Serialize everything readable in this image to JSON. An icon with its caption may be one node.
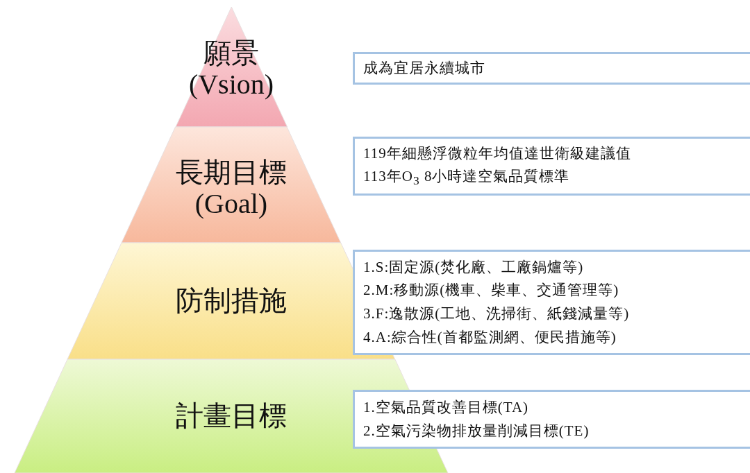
{
  "diagram": {
    "nodes": [
      {
        "text": [
          "願景",
          "(Vsion)"
        ]
      },
      {
        "text": [
          "長期目標",
          "(Goal)"
        ]
      },
      {
        "text": [
          "防制措施"
        ]
      },
      {
        "text": [
          "計畫目標"
        ]
      },
      {
        "text": [
          "成為宜居永續城市"
        ]
      },
      {
        "text": [
          "119年細懸浮微粒年均值達世衛級建議值",
          "113年O$_{3}$ 8小時達空氣品質標準"
        ]
      },
      {
        "text": [
          "1.S:固定源(焚化廠、工廠鍋爐等)",
          "2.M:移動源(機車、柴車、交通管理等)",
          "3.F:逸散源(工地、洗掃街、紙錢減量等)",
          "4.A:綜合性(首都監測網、便民措施等)"
        ]
      },
      {
        "text": [
          "1.空氣品質改善目標(TA)",
          "2.空氣污染物排放量削減目標(TE)"
        ]
      }
    ]
  }
}
